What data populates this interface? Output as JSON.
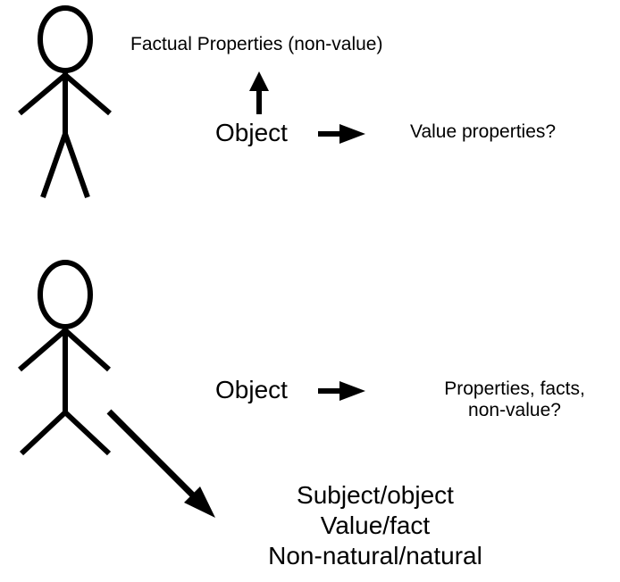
{
  "diagram": {
    "top_panel": {
      "factual_label": "Factual Properties  (non-value)",
      "object_label": "Object",
      "value_label": "Value properties?"
    },
    "bottom_panel": {
      "object_label": "Object",
      "properties_lines": [
        "Properties, facts,",
        "non-value?"
      ],
      "dichotomy_lines": [
        "Subject/object",
        "Value/fact",
        "Non-natural/natural"
      ]
    },
    "colors": {
      "ink": "#000000",
      "background": "#ffffff"
    },
    "icons": [
      "stick-figure-icon",
      "arrow-icon"
    ]
  }
}
